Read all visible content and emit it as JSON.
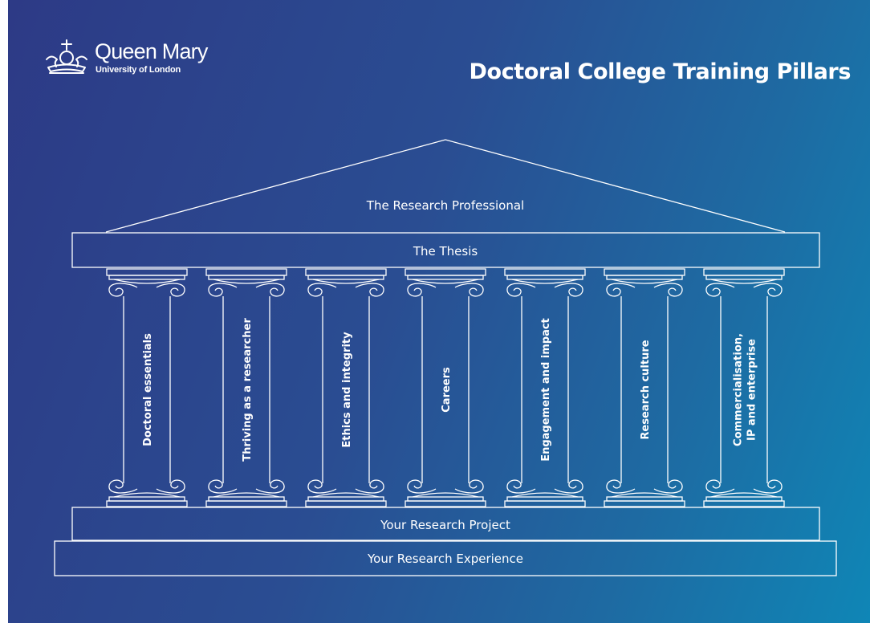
{
  "logo": {
    "name": "Queen Mary",
    "subtitle": "University of London",
    "icon": "crown-icon"
  },
  "title": "Doctoral College Training Pillars",
  "temple": {
    "roof": "The Research Professional",
    "beam": "The Thesis",
    "step_upper": "Your Research Project",
    "step_lower": "Your Research Experience",
    "pillars": [
      [
        "Doctoral essentials"
      ],
      [
        "Thriving as a researcher"
      ],
      [
        "Ethics and integrity"
      ],
      [
        "Careers"
      ],
      [
        "Engagement and impact"
      ],
      [
        "Research culture"
      ],
      [
        "Commercialisation,",
        "IP and enterprise"
      ]
    ]
  },
  "colors": {
    "background_start": "#2d3a86",
    "background_end": "#0f86b6",
    "line": "#ffffff"
  }
}
